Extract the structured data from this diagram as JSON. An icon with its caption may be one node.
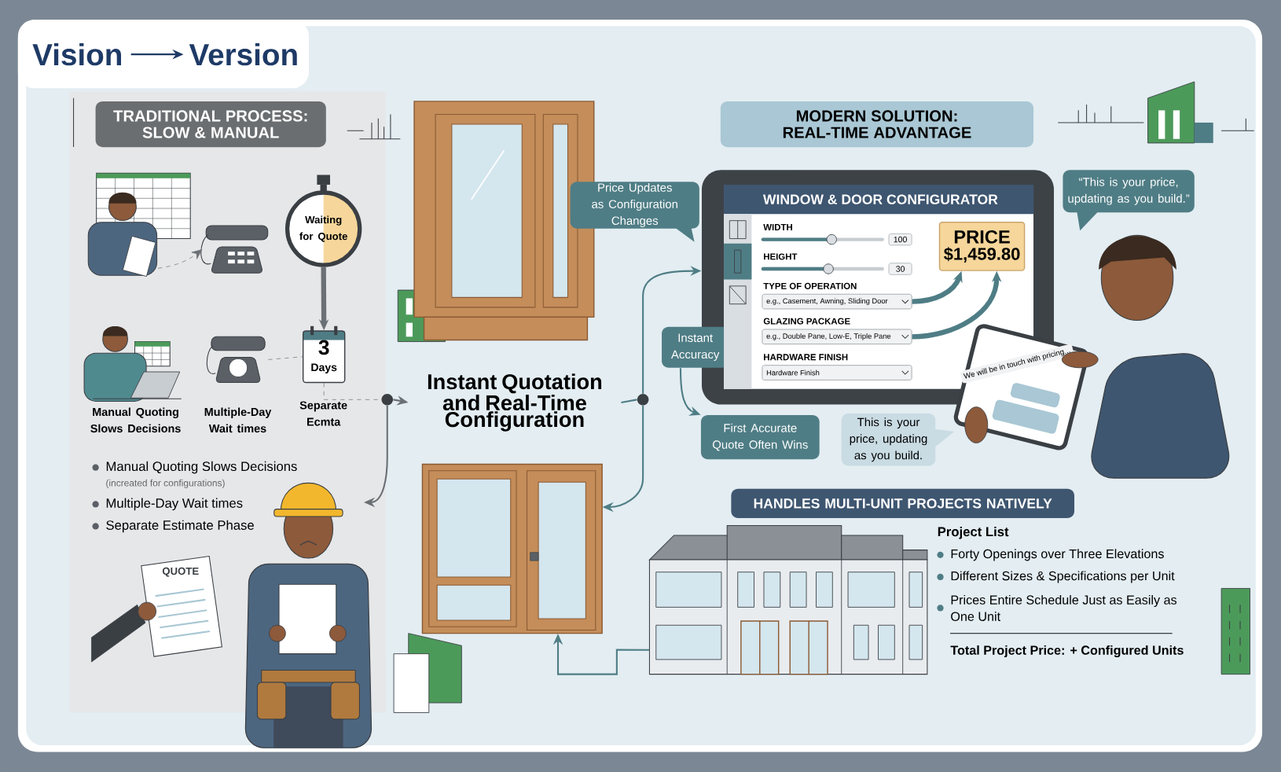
{
  "diagram": {
    "nodes": [
      {
        "text": [
          "Vision"
        ]
      },
      {
        "text": [
          "Version"
        ]
      },
      {
        "text": [
          "TRADITIONAL PROCESS: SLOW & MANUAL"
        ]
      },
      {
        "text": [
          "Waiting for Quote"
        ]
      },
      {
        "text": [
          "3",
          "Days"
        ],
        "beside": [
          "Separate Ecmta"
        ]
      },
      {
        "text": [],
        "shape": "picture"
      },
      {
        "text": [],
        "shape": "picture"
      },
      {
        "text": [],
        "shape": "picture",
        "beside": [
          "Manual Quoting Slows Decisions"
        ]
      },
      {
        "text": [],
        "shape": "picture",
        "beside": [
          "Multiple-Day Wait times"
        ]
      },
      {
        "text": [],
        "shape": "circle"
      },
      {
        "text": [
          "Instant Quotation and Real-Time Configuration"
        ]
      },
      {
        "text": [],
        "shape": "picture"
      },
      {
        "text": [
          "QUOTE"
        ]
      },
      {
        "text": [],
        "shape": "picture"
      },
      {
        "text": [],
        "shape": "picture"
      },
      {
        "text": [],
        "shape": "circle"
      },
      {
        "text": [
          "MODERN SOLUTION: REAL-TIME ADVANTAGE"
        ]
      },
      {
        "text": [
          "Price Updates as Configuration Changes"
        ]
      },
      {
        "text": [],
        "shape": "picture"
      },
      {
        "text": [
          "WINDOW & DOOR CONFIGURATOR"
        ],
        "in": 18
      },
      {
        "text": [
          "PRICE",
          "$1,459.80"
        ],
        "in": 18
      },
      {
        "text": [
          "e.g., Casement, Awning, Sliding Door"
        ],
        "in": 18
      },
      {
        "text": [
          "e.g., Double Pane, Low-E, Triple Pane"
        ],
        "in": 18
      },
      {
        "text": [
          "Hardware Finish"
        ],
        "in": 18
      },
      {
        "text": [
          "Instant Accuracy"
        ]
      },
      {
        "text": [
          "First Accurate Quote Often Wins"
        ]
      },
      {
        "text": [
          "This is your price, updating as you build."
        ]
      },
      {
        "text": [
          "“This is your price, updating as you build.”"
        ]
      },
      {
        "text": [
          "We will be in touch with pricing..."
        ]
      },
      {
        "text": [
          "HANDLES MULTI-UNIT PROJECTS NATIVELY"
        ]
      },
      {
        "text": [],
        "shape": "picture"
      }
    ],
    "edges": [
      {
        "from": 0,
        "to": 1,
        "arrow": "to",
        "color": "#1e3a66"
      },
      {
        "from": 5,
        "to": 6,
        "arrow": "to",
        "style": "dashed",
        "color": "#6b7075"
      },
      {
        "from": 3,
        "to": 4,
        "arrow": "to",
        "style": "thick",
        "color": "#6b7075"
      },
      {
        "from": 8,
        "to": 4,
        "arrow": "none",
        "style": "dashed",
        "color": "#6b7075"
      },
      {
        "from": 4,
        "to": 9,
        "arrow": "none",
        "style": "dashed",
        "color": "#6b7075"
      },
      {
        "from": 9,
        "to": 10,
        "arrow": "to",
        "color": "#6b7075"
      },
      {
        "from": 9,
        "to": 11,
        "arrow": "to",
        "color": "#6b7075"
      },
      {
        "from": 10,
        "to": 15,
        "arrow": "none"
      },
      {
        "from": 15,
        "to": 18,
        "arrow": "to"
      },
      {
        "from": 15,
        "to": 14,
        "arrow": "to"
      },
      {
        "from": 21,
        "to": 20,
        "arrow": "to",
        "style": "thick"
      },
      {
        "from": 22,
        "to": 20,
        "arrow": "to",
        "style": "thick"
      },
      {
        "from": 24,
        "to": 25,
        "arrow": "to"
      },
      {
        "from": 30,
        "to": 14,
        "arrow": "to"
      }
    ],
    "labels": [
      "WIDTH",
      "100",
      "HEIGHT",
      "30",
      "TYPE OF OPERATION",
      "GLAZING PACKAGE",
      "HARDWARE FINISH",
      "Manual Quoting Slows Decisions",
      "(increated for configurations)",
      "Multiple-Day Wait times",
      "Separate Estimate Phase",
      "Project List",
      "Forty Openings over Three Elevations",
      "Different Sizes & Specifications per Unit",
      "Prices Entire Schedule Just as Easily as One Unit",
      "Total Project Price: + Configured Units"
    ]
  }
}
